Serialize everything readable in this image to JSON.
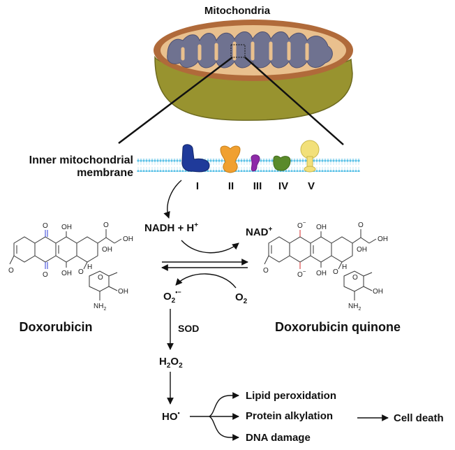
{
  "title": "Mitochondria",
  "membrane_label": [
    "Inner mitochondrial",
    "membrane"
  ],
  "complexes": [
    {
      "label": "I",
      "color": "#1f3a9a"
    },
    {
      "label": "II",
      "color": "#f0a030"
    },
    {
      "label": "III",
      "color": "#8e2aa8"
    },
    {
      "label": "IV",
      "color": "#5a8a2a"
    },
    {
      "label": "V",
      "color": "#f2e07a"
    }
  ],
  "reaction": {
    "nadh": "NADH + H",
    "nadh_sup": "+",
    "nad": "NAD",
    "nad_sup": "+",
    "superoxide": "O",
    "superoxide_sub": "2",
    "superoxide_sup": "•−",
    "oxygen": "O",
    "oxygen_sub": "2"
  },
  "compounds": {
    "left": "Doxorubicin",
    "right": "Doxorubicin quinone"
  },
  "molecule_labels": {
    "oh": "OH",
    "o": "O",
    "h": "H",
    "nh2": "NH",
    "nh2_sub": "2",
    "o_minus": "O",
    "minus": "−"
  },
  "pathway": {
    "enzyme": "SOD",
    "h2o2": [
      "H",
      "2",
      "O",
      "2"
    ],
    "hydroxyl": "HO",
    "hydroxyl_sup": "•",
    "outcomes": [
      "Lipid peroxidation",
      "Protein alkylation",
      "DNA damage"
    ],
    "final": "Cell death"
  },
  "colors": {
    "mito_outer": "#b06a3a",
    "mito_matrix": "#e9c08e",
    "mito_cristae": "#6f7290",
    "mito_body": "#98932f",
    "membrane": "#57c0e6",
    "doxorubicin_carbonyl": "#2d3bd6",
    "quinone_carbonyl": "#d42a2a"
  }
}
